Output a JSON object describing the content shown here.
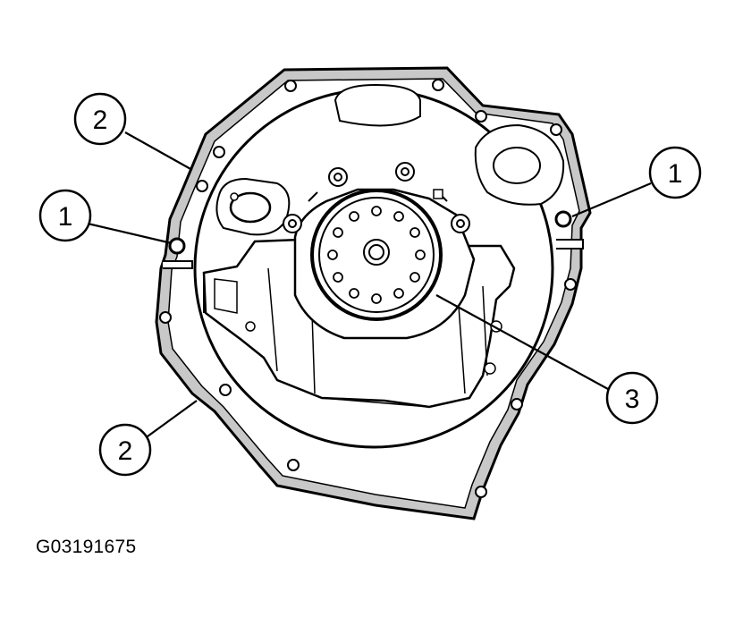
{
  "callouts": {
    "c1_left": "1",
    "c1_right": "1",
    "c2_top": "2",
    "c2_bottom": "2",
    "c3": "3"
  },
  "figure_id": "G03191675",
  "colors": {
    "line": "#000000",
    "gasket": "#bfbfbf",
    "background": "#ffffff"
  }
}
